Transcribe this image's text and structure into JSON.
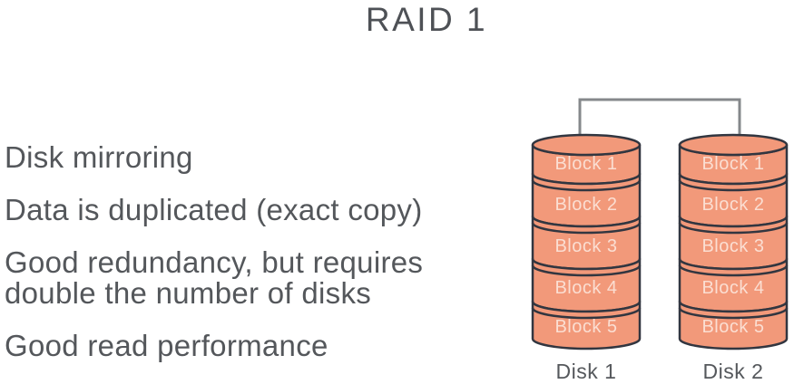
{
  "title": "RAID 1",
  "bullets": [
    "Disk mirroring",
    "Data is duplicated (exact copy)",
    "Good redundancy, but requires double the number of disks",
    "Good read performance"
  ],
  "diagram": {
    "disks": [
      {
        "label": "Disk 1",
        "blocks": [
          "Block 1",
          "Block 2",
          "Block 3",
          "Block 4",
          "Block 5"
        ]
      },
      {
        "label": "Disk 2",
        "blocks": [
          "Block 1",
          "Block 2",
          "Block 3",
          "Block 4",
          "Block 5"
        ]
      }
    ],
    "colors": {
      "background": "#FFFFFF",
      "block_fill": "#F2997A",
      "block_stroke": "#323640",
      "block_label": "#FBDED2",
      "connector": "#85888B",
      "disk_label": "#55585C",
      "bullet_text": "#54575B",
      "title_text": "#4E5156"
    }
  }
}
